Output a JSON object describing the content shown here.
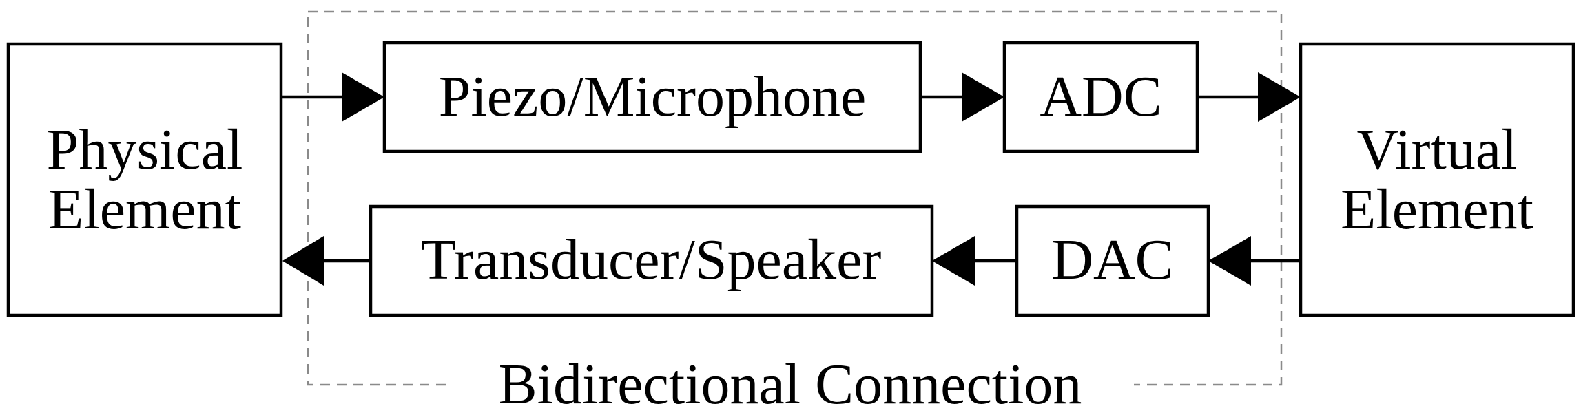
{
  "blocks": {
    "physical_line1": "Physical",
    "physical_line2": "Element",
    "virtual_line1": "Virtual",
    "virtual_line2": "Element",
    "sensor": "Piezo/Microphone",
    "adc": "ADC",
    "actuator": "Transducer/Speaker",
    "dac": "DAC"
  },
  "caption": "Bidirectional Connection",
  "colors": {
    "stroke": "#000000",
    "dashed_frame": "#8a8a8a",
    "background": "#ffffff"
  }
}
